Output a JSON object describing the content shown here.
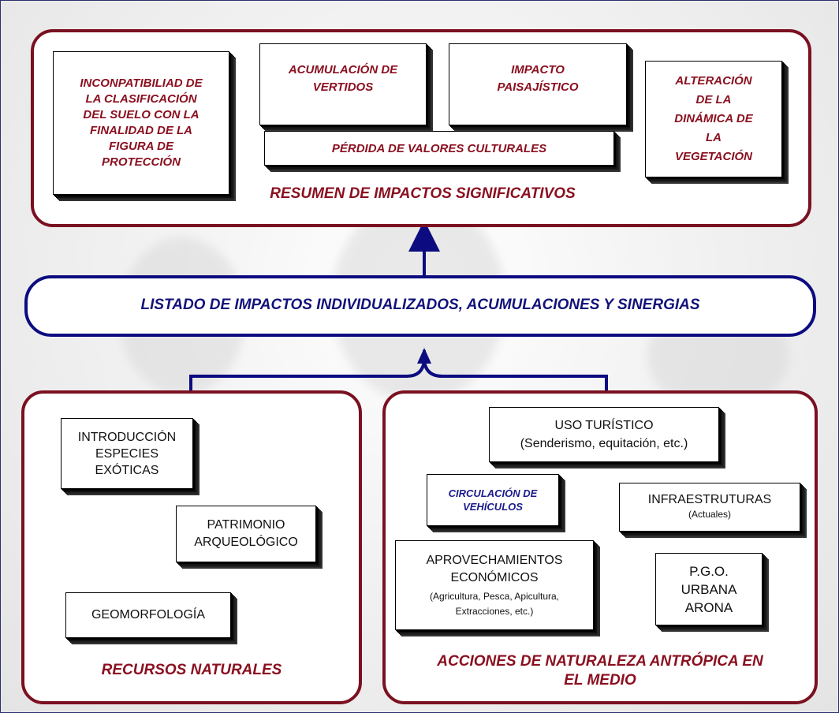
{
  "top_panel": {
    "title": "RESUMEN DE IMPACTOS SIGNIFICATIVOS",
    "boxes": {
      "incompat": [
        "INCONPATIBILIAD DE",
        "LA CLASIFICACIÓN",
        "DEL SUELO CON LA",
        "FINALIDAD DE LA",
        "FIGURA DE",
        "PROTECCIÓN"
      ],
      "vertidos": [
        "ACUMULACIÓN DE",
        "VERTIDOS"
      ],
      "paisaje": [
        "IMPACTO",
        "PAISAJÍSTICO"
      ],
      "culturales": "PÉRDIDA DE VALORES CULTURALES",
      "vegetacion": [
        "ALTERACIÓN",
        "DE LA",
        "DINÁMICA DE",
        "LA",
        "VEGETACIÓN"
      ]
    }
  },
  "middle_panel": {
    "title": "LISTADO DE IMPACTOS INDIVIDUALIZADOS, ACUMULACIONES Y SINERGIAS"
  },
  "left_panel": {
    "title": "RECURSOS NATURALES",
    "boxes": {
      "especies": [
        "INTRODUCCIÓN",
        "ESPECIES",
        "EXÓTICAS"
      ],
      "patrimonio": [
        "PATRIMONIO",
        "ARQUEOLÓGICO"
      ],
      "geomorfologia": "GEOMORFOLOGÍA"
    }
  },
  "right_panel": {
    "title": [
      "ACCIONES DE NATURALEZA ANTRÓPICA EN",
      "EL MEDIO"
    ],
    "boxes": {
      "turistico": {
        "title": "USO TURÍSTICO",
        "sub": "(Senderismo, equitación, etc.)"
      },
      "vehiculos": [
        "CIRCULACIÓN DE",
        "VEHÍCULOS"
      ],
      "infra": {
        "title": "INFRAESTRUTURAS",
        "sub": "(Actuales)"
      },
      "aprovech": {
        "title": [
          "APROVECHAMIENTOS",
          "ECONÓMICOS"
        ],
        "sub": [
          "(Agricultura, Pesca, Apicultura,",
          "Extracciones, etc.)"
        ]
      },
      "pgo": [
        "P.G.O.",
        "URBANA",
        "ARONA"
      ]
    }
  },
  "colors": {
    "red": "#7a1020",
    "blue": "#0c0c80"
  }
}
